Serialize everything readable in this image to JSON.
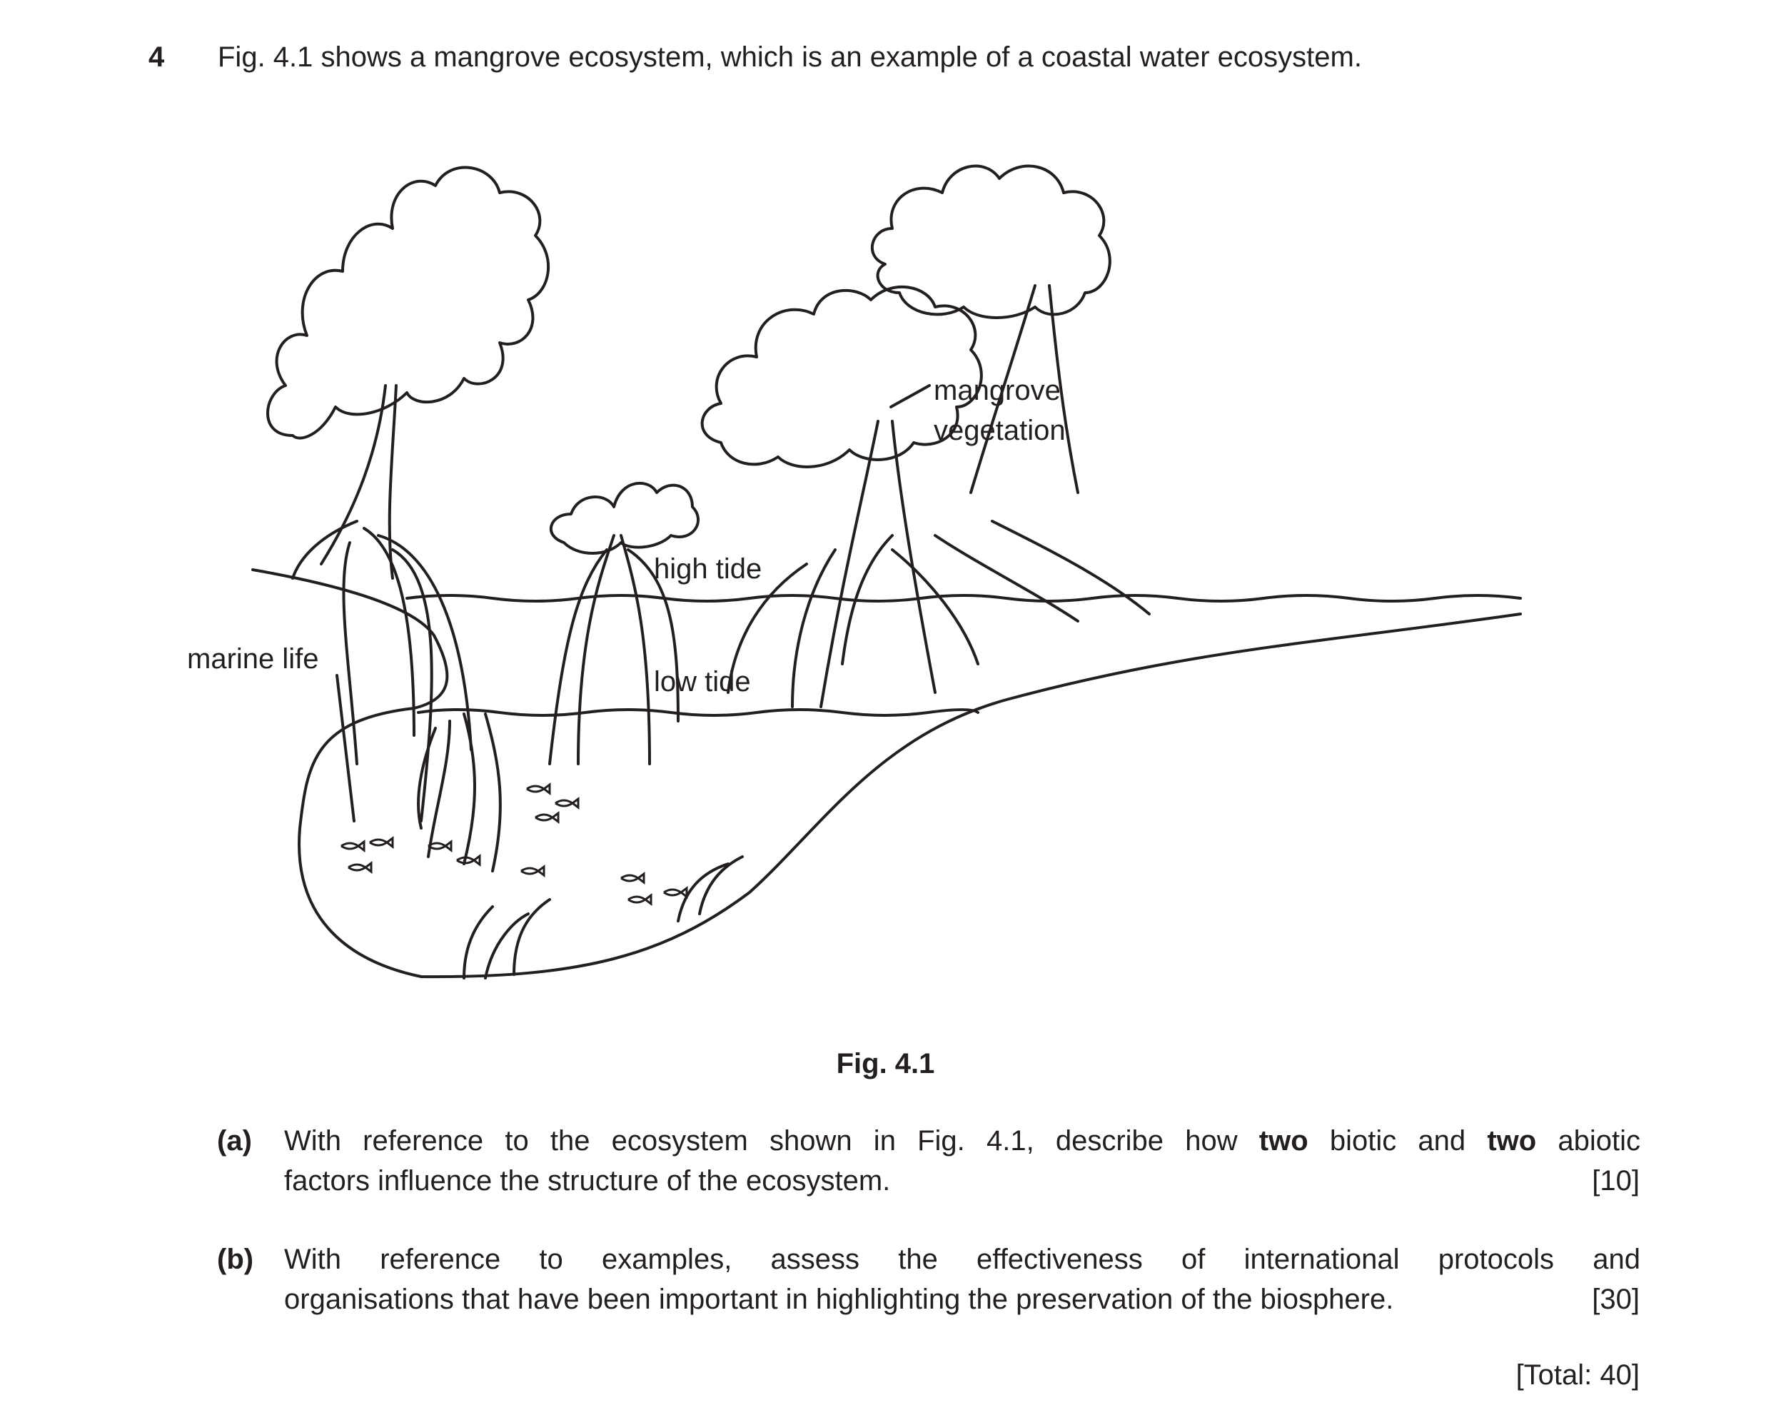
{
  "question": {
    "number": "4",
    "stem": "Fig. 4.1 shows a mangrove ecosystem, which is an example of a coastal water ecosystem."
  },
  "figure": {
    "caption": "Fig. 4.1",
    "labels": {
      "mangrove_1": "mangrove",
      "mangrove_2": "vegetation",
      "high_tide": "high tide",
      "low_tide": "low tide",
      "marine_life": "marine life"
    }
  },
  "parts": [
    {
      "label": "(a)",
      "line1": [
        "With reference to the ecosystem shown in Fig. 4.1, describe how ",
        "two",
        " biotic and ",
        "two",
        " abiotic"
      ],
      "line2": "factors influence the structure of the ecosystem.",
      "marks": "[10]"
    },
    {
      "label": "(b)",
      "line1": "With reference to examples, assess the effectiveness of international protocols and",
      "line2": "organisations that have been important in highlighting the preservation of the biosphere.",
      "marks": "[30]"
    }
  ],
  "total": "[Total: 40]"
}
